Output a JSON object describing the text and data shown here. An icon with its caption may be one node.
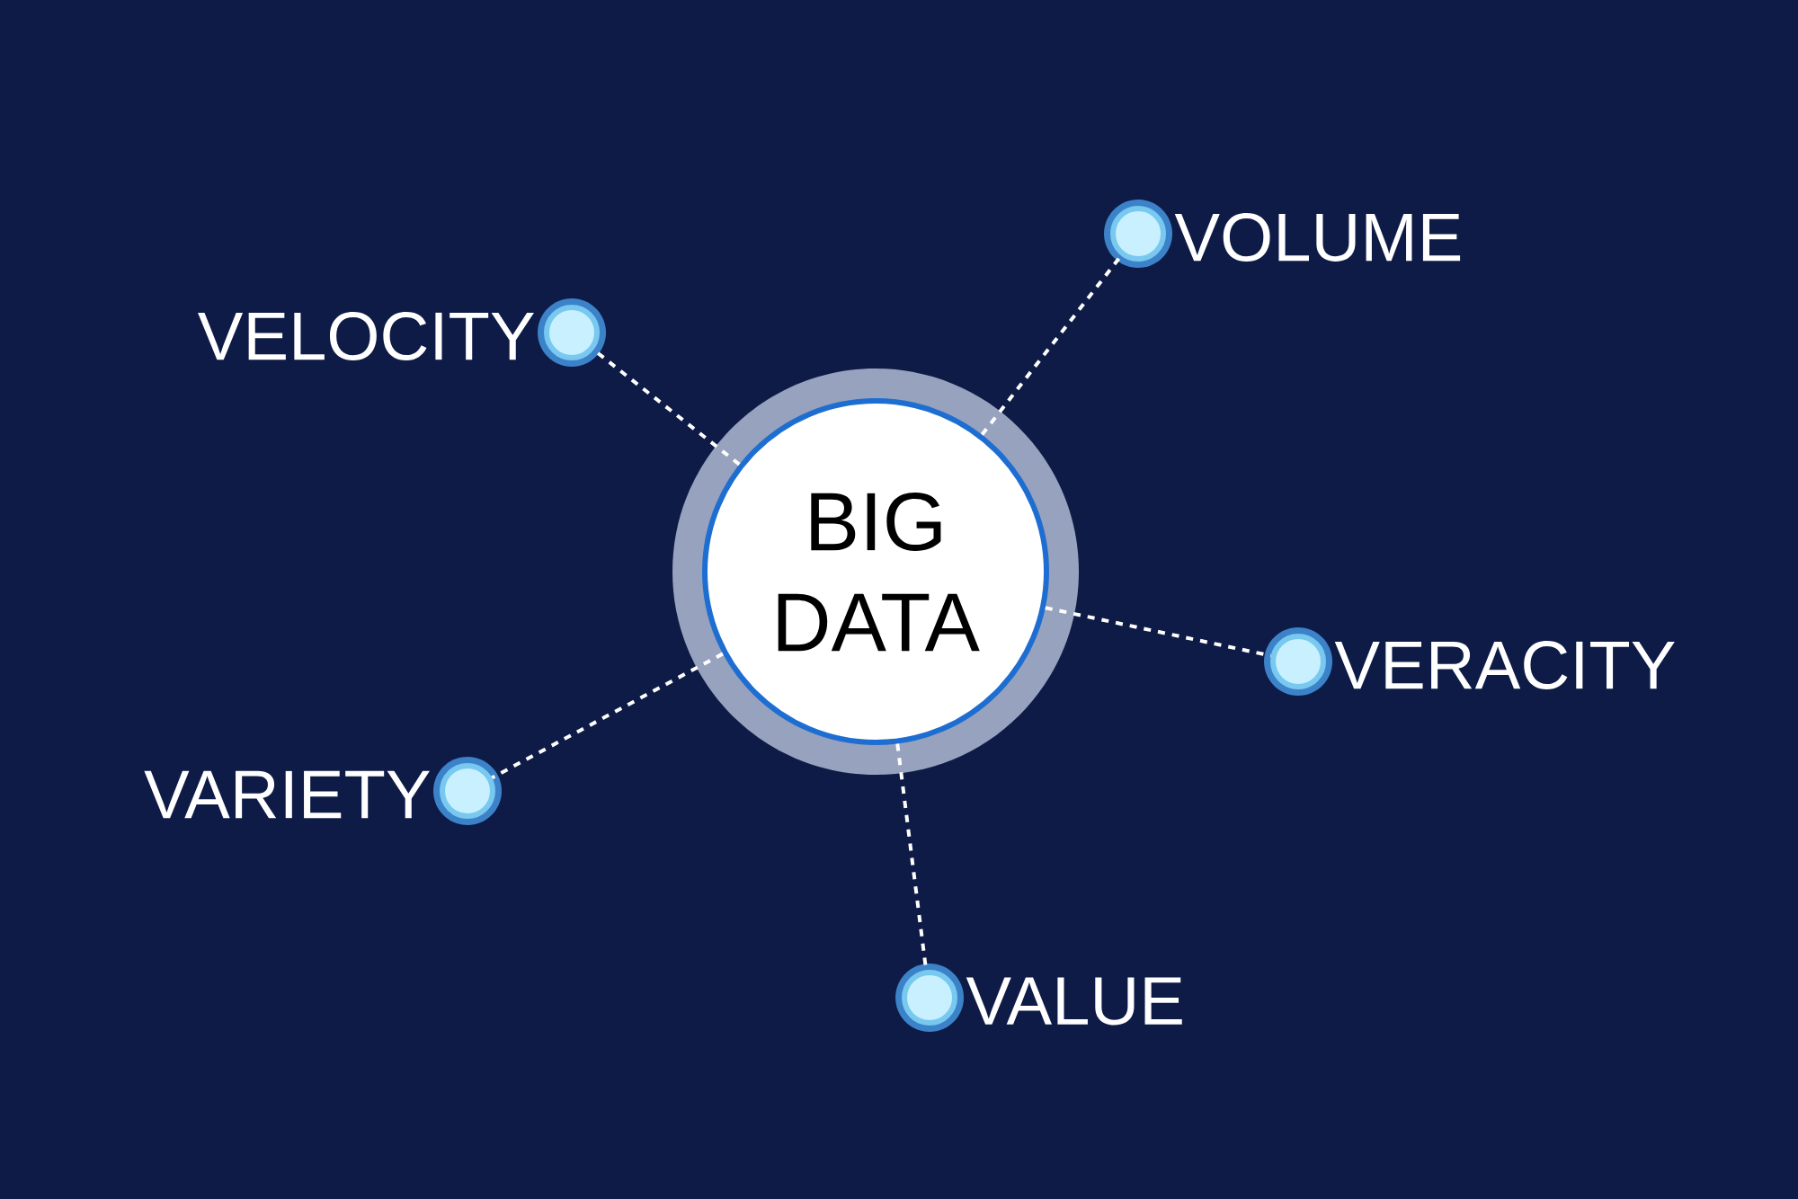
{
  "diagram": {
    "nodes": [
      {
        "text": [
          "BIG DATA"
        ]
      },
      {
        "text": [],
        "shape": "circle",
        "beside": [
          "VOLUME"
        ]
      },
      {
        "text": [],
        "shape": "circle",
        "beside": [
          "VELOCITY"
        ]
      },
      {
        "text": [],
        "shape": "circle",
        "beside": [
          "VERACITY"
        ]
      },
      {
        "text": [],
        "shape": "circle",
        "beside": [
          "VARIETY"
        ]
      },
      {
        "text": [],
        "shape": "circle",
        "beside": [
          "VALUE"
        ]
      }
    ],
    "edges": [
      {
        "from": 0,
        "to": 1,
        "arrow": "none",
        "style": "dashed"
      },
      {
        "from": 0,
        "to": 2,
        "arrow": "none",
        "style": "dashed"
      },
      {
        "from": 0,
        "to": 3,
        "arrow": "none",
        "style": "dashed"
      },
      {
        "from": 0,
        "to": 4,
        "arrow": "none",
        "style": "dashed"
      },
      {
        "from": 0,
        "to": 5,
        "arrow": "none",
        "style": "dashed"
      }
    ]
  }
}
